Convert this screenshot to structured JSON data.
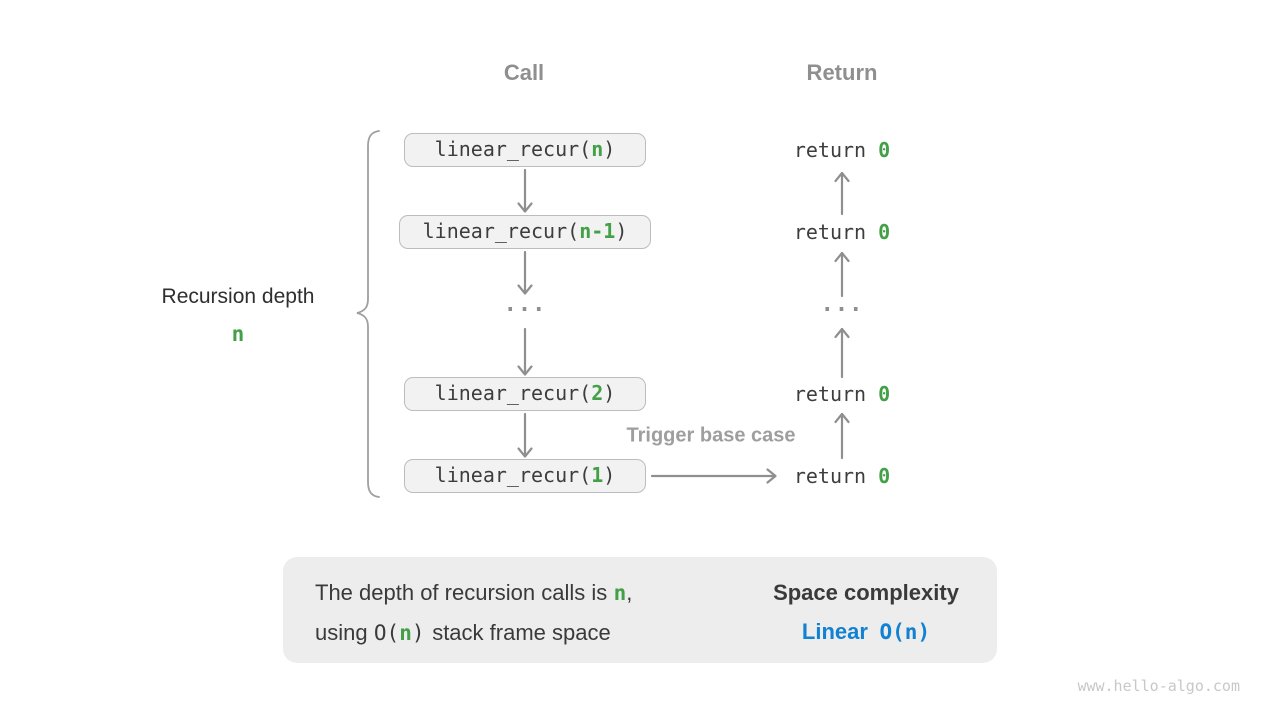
{
  "header": {
    "call_label": "Call",
    "return_label": "Return"
  },
  "depth_label": {
    "text": "Recursion depth",
    "value": "n"
  },
  "call_column": {
    "boxes": [
      {
        "prefix": "linear_recur(",
        "arg": "n",
        "suffix": ")"
      },
      {
        "prefix": "linear_recur(",
        "arg": "n-1",
        "suffix": ")"
      },
      {
        "prefix": "linear_recur(",
        "arg": "2",
        "suffix": ")"
      },
      {
        "prefix": "linear_recur(",
        "arg": "1",
        "suffix": ")"
      }
    ],
    "ellipsis": "..."
  },
  "return_column": {
    "rows": [
      {
        "keyword": "return",
        "value": "0"
      },
      {
        "keyword": "return",
        "value": "0"
      },
      {
        "keyword": "return",
        "value": "0"
      },
      {
        "keyword": "return",
        "value": "0"
      }
    ],
    "ellipsis": "..."
  },
  "base_case_label": "Trigger base case",
  "summary": {
    "line1_text": "The depth of recursion calls is",
    "line1_var": "n",
    "line1_punct": ",",
    "line2_word1": "using",
    "line2_code_open": "O(",
    "line2_var": "n",
    "line2_code_close": ")",
    "line2_rest": "stack frame space",
    "result_title": "Space complexity",
    "result_word": "Linear",
    "result_code_open": "O(",
    "result_var": "n",
    "result_code_close": ")"
  },
  "watermark": "www.hello-algo.com",
  "colors": {
    "accent_green": "#43a047",
    "accent_blue": "#1181d2",
    "arrow_gray": "#8f8f8f",
    "label_gray": "#9e9e9e",
    "box_bg": "#f2f2f2",
    "box_border": "#bcbcbc",
    "panel_bg": "#ededed",
    "text_dark": "#3d3d3d",
    "watermark_gray": "#c8c8c8"
  }
}
